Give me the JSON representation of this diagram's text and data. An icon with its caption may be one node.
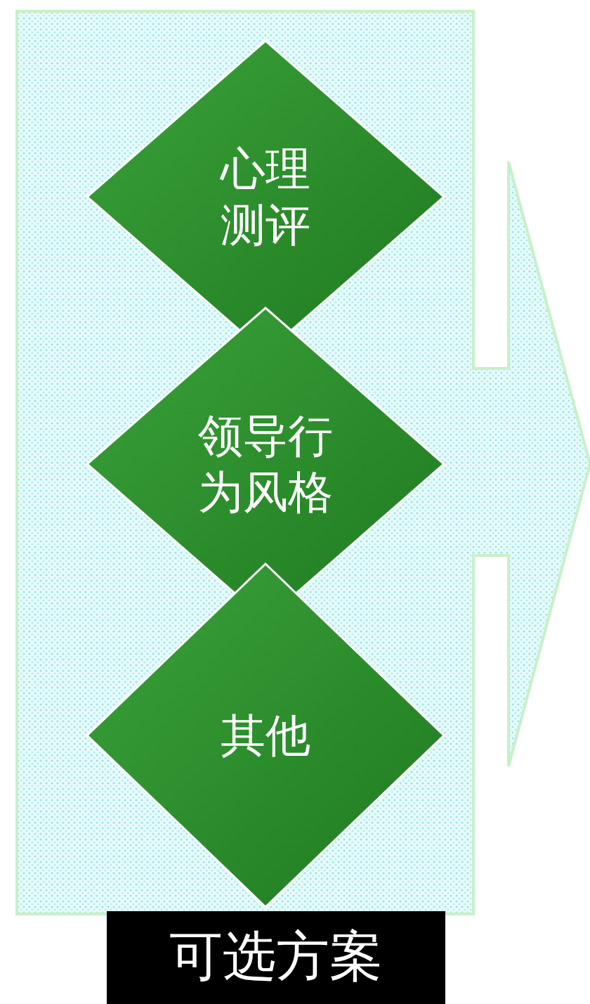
{
  "diagram": {
    "nodes": [
      {
        "text": [
          "心理测评"
        ]
      },
      {
        "text": [
          "领导行为风格"
        ]
      },
      {
        "text": [
          "其他"
        ]
      },
      {
        "text": [
          "可选方案"
        ]
      }
    ],
    "edges": []
  }
}
